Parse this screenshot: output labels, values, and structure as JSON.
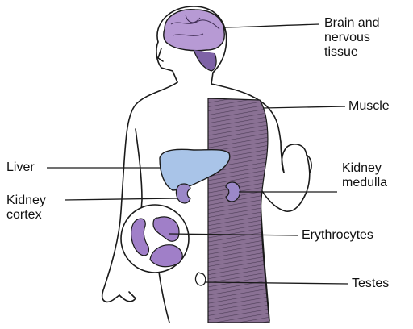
{
  "diagram": {
    "labels": {
      "brain": [
        "Brain and",
        "nervous",
        "tissue"
      ],
      "muscle": "Muscle",
      "liver": "Liver",
      "kidney_medulla": [
        "Kidney",
        "medulla"
      ],
      "kidney_cortex": [
        "Kidney",
        "cortex"
      ],
      "erythrocytes": "Erythrocytes",
      "testes": "Testes"
    },
    "colors": {
      "outline": "#1a1a1a",
      "brain": "#b79ad4",
      "liver": "#a9c4e8",
      "kidney": "#9b88c8",
      "muscle": "#8a7194",
      "erythrocyte": "#a07fc8",
      "leader": "#1a1a1a"
    }
  }
}
